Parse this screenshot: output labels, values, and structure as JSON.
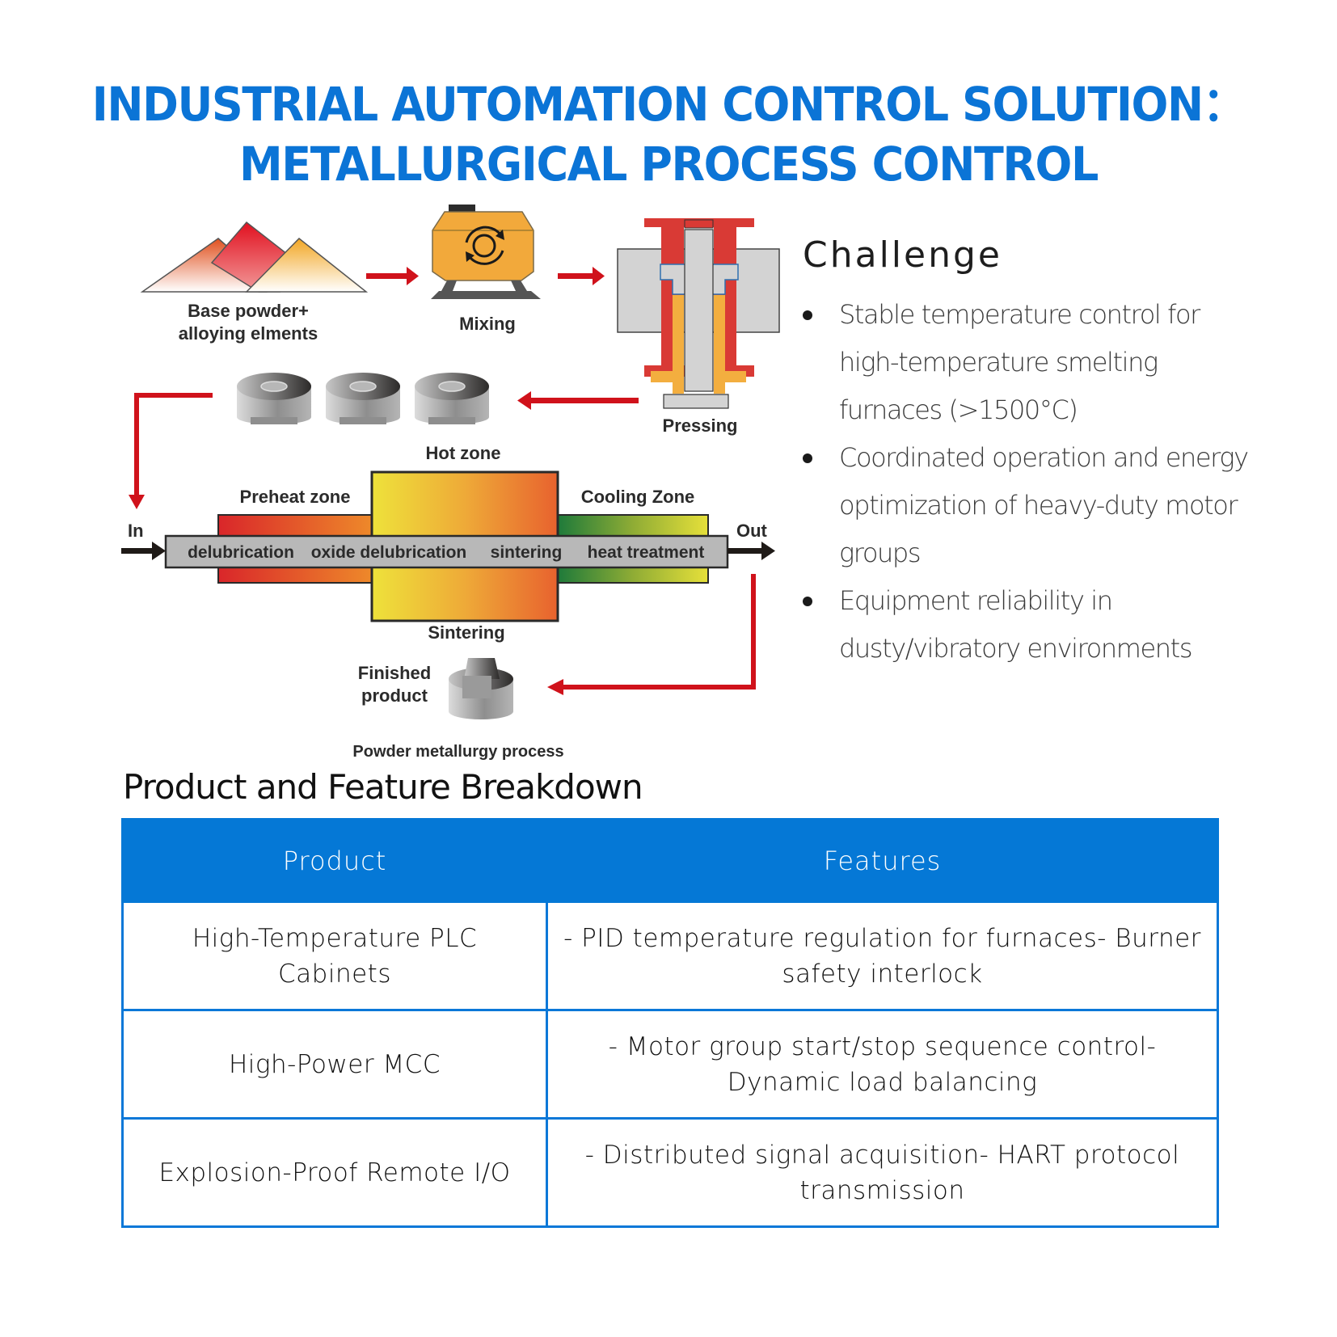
{
  "title": {
    "line1": "INDUSTRIAL AUTOMATION CONTROL SOLUTION：",
    "line2": "METALLURGICAL PROCESS CONTROL",
    "color": "#0b74d6"
  },
  "diagram": {
    "caption": "Powder metallurgy process",
    "steps": {
      "powder_line1": "Base powder+",
      "powder_line2": "alloying elments",
      "mixing": "Mixing",
      "pressing": "Pressing",
      "finished_line1": "Finished",
      "finished_line2": "product"
    },
    "furnace": {
      "hot_zone": "Hot zone",
      "preheat_zone": "Preheat zone",
      "cooling_zone": "Cooling Zone",
      "sintering": "Sintering",
      "in": "In",
      "out": "Out",
      "stages": [
        "delubrication",
        "oxide delubrication",
        "sintering",
        "heat treatment"
      ]
    },
    "colors": {
      "arrow": "#d0121b",
      "press_red": "#d93a35",
      "press_orange": "#f3ae3f",
      "mixer": "#f2a93b",
      "tube": "#b8b8b8"
    }
  },
  "challenge": {
    "heading": "Challenge",
    "items": [
      "Stable temperature control for high-temperature smelting furnaces (>1500°C)",
      "Coordinated operation and energy optimization of heavy-duty motor groups",
      "Equipment reliability in dusty/vibratory environments"
    ]
  },
  "breakdown": {
    "heading": "Product and Feature Breakdown",
    "header_color": "#0578d6",
    "columns": [
      "Product",
      "Features"
    ],
    "rows": [
      {
        "product": "High-Temperature PLC Cabinets",
        "features": "- PID temperature regulation for furnaces- Burner safety interlock"
      },
      {
        "product": "High-Power MCC",
        "features": "- Motor group start/stop sequence control- Dynamic load balancing"
      },
      {
        "product": "Explosion-Proof Remote I/O",
        "features": "- Distributed signal acquisition- HART protocol transmission"
      }
    ]
  }
}
